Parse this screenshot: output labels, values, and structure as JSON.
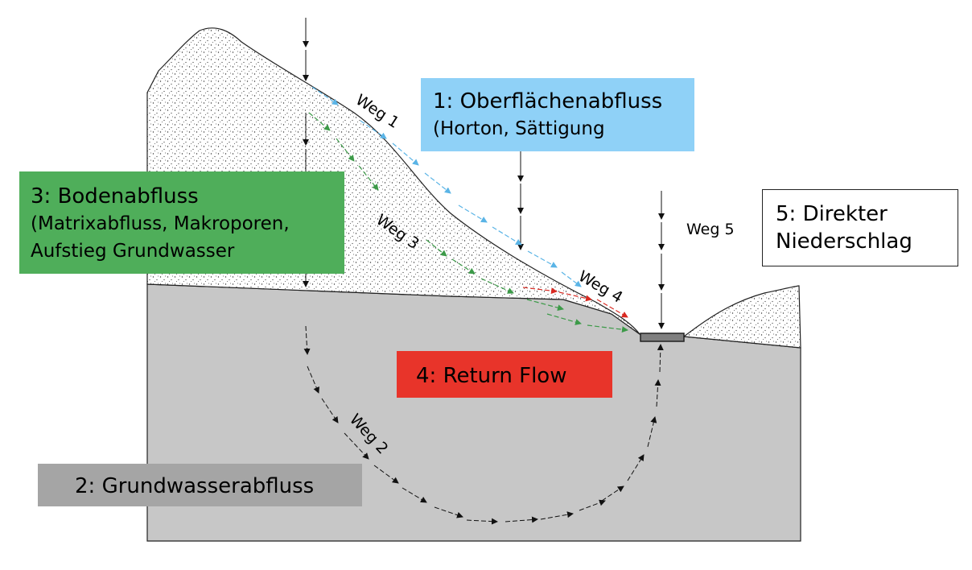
{
  "colors": {
    "surface": "#8fd1f7",
    "soil": "#4fae5a",
    "groundwater": "#a5a5a5",
    "return_flow": "#e8342a",
    "direct": "#ffffff",
    "ground": "#c7c7c7"
  },
  "boxes": {
    "surface": {
      "title": "1: Oberflächenabfluss",
      "subtitle": "(Horton, Sättigung"
    },
    "soil": {
      "title": "3: Bodenabfluss",
      "line2": "(Matrixabfluss, Makroporen,",
      "line3": "Aufstieg Grundwasser"
    },
    "direct": {
      "line1": "5: Direkter",
      "line2": "Niederschlag"
    },
    "return_flow": {
      "title": "4: Return Flow"
    },
    "groundwater": {
      "title": "2: Grundwasserabfluss"
    }
  },
  "paths": {
    "weg1": "Weg 1",
    "weg2": "Weg 2",
    "weg3": "Weg 3",
    "weg4": "Weg 4",
    "weg5": "Weg 5"
  }
}
